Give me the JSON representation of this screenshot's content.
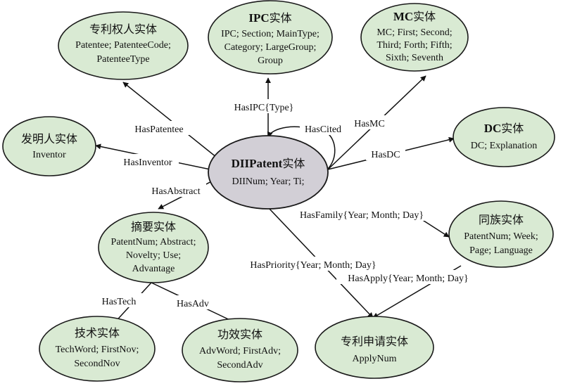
{
  "entities": {
    "center": {
      "title_bold": "DIIPatent",
      "title_rest": "实体",
      "attrs": [
        "DIINum; Year; Ti;"
      ]
    },
    "ipc": {
      "title_bold": "IPC",
      "title_rest": "实体",
      "attrs": [
        "IPC; Section; MainType;",
        "Category; LargeGroup;",
        "Group"
      ]
    },
    "mc": {
      "title_bold": "MC",
      "title_rest": "实体",
      "attrs": [
        "MC; First; Second;",
        "Third; Forth; Fifth;",
        "Sixth; Seventh"
      ]
    },
    "dc": {
      "title_bold": "DC",
      "title_rest": "实体",
      "attrs": [
        "DC; Explanation"
      ]
    },
    "patentee": {
      "title": "专利权人实体",
      "attrs": [
        "Patentee; PatenteeCode;",
        "PatenteeType"
      ]
    },
    "inventor": {
      "title": "发明人实体",
      "attrs": [
        "Inventor"
      ]
    },
    "abstract": {
      "title": "摘要实体",
      "attrs": [
        "PatentNum; Abstract;",
        "Novelty; Use;",
        "Advantage"
      ]
    },
    "family": {
      "title": "同族实体",
      "attrs": [
        "PatentNum; Week;",
        "Page; Language"
      ]
    },
    "tech": {
      "title": "技术实体",
      "attrs": [
        "TechWord; FirstNov;",
        "SecondNov"
      ]
    },
    "adv": {
      "title": "功效实体",
      "attrs": [
        "AdvWord; FirstAdv;",
        "SecondAdv"
      ]
    },
    "apply": {
      "title": "专利申请实体",
      "attrs": [
        "ApplyNum"
      ]
    }
  },
  "relations": {
    "has_patentee": "HasPatentee",
    "has_ipc": "HasIPC{Type}",
    "has_cited": "HasCited",
    "has_mc": "HasMC",
    "has_dc": "HasDC",
    "has_inventor": "HasInventor",
    "has_abstract": "HasAbstract",
    "has_family": "HasFamily{Year; Month; Day}",
    "has_priority": "HasPriority{Year; Month; Day}",
    "has_apply": "HasApply{Year; Month; Day}",
    "has_tech": "HasTech",
    "has_adv": "HasAdv"
  }
}
